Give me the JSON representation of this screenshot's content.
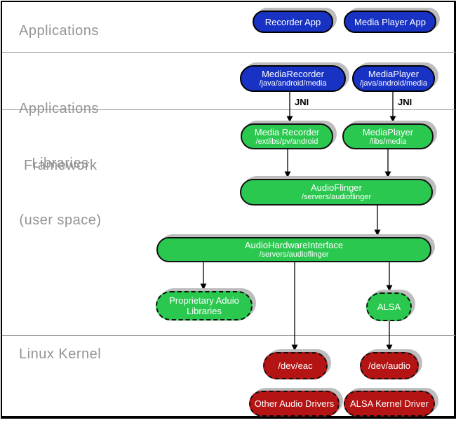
{
  "section_labels": {
    "applications": "Applications",
    "framework_line1": "Applications",
    "framework_line2": "Framework",
    "libraries_line1": "Libraries",
    "libraries_line2": "(user space)",
    "kernel": "Linux Kernel"
  },
  "jni": {
    "left": "JNI",
    "right": "JNI"
  },
  "nodes": {
    "recorder_app": {
      "title": "Recorder App"
    },
    "media_player_app": {
      "title": "Media Player App"
    },
    "media_recorder_framework": {
      "title": "MediaRecorder",
      "subtitle": "/java/android/media"
    },
    "media_player_framework": {
      "title": "MediaPlayer",
      "subtitle": "/java/android/media"
    },
    "media_recorder_library": {
      "title": "Media Recorder",
      "subtitle": "/extlibs/pv/android"
    },
    "media_player_library": {
      "title": "MediaPlayer",
      "subtitle": "/libs/media"
    },
    "audio_flinger": {
      "title": "AudioFlinger",
      "subtitle": "/servers/audioflinger"
    },
    "audio_hardware_interface": {
      "title": "AudioHardwareInterface",
      "subtitle": "/servers/audioflinger"
    },
    "proprietary_audio_libraries": {
      "title": "Proprietary Aduio",
      "title_line2": "Libraries"
    },
    "alsa": {
      "title": "ALSA"
    },
    "dev_eac": {
      "title": "/dev/eac"
    },
    "dev_audio": {
      "title": "/dev/audio"
    },
    "other_audio_drivers": {
      "title": "Other Audio Drivers"
    },
    "alsa_kernel_driver": {
      "title": "ALSA Kernel Driver"
    }
  },
  "edges": [
    {
      "from": "media_recorder_framework",
      "to": "media_recorder_library",
      "label": "JNI"
    },
    {
      "from": "media_player_framework",
      "to": "media_player_library",
      "label": "JNI"
    },
    {
      "from": "media_recorder_library",
      "to": "audio_flinger",
      "label": ""
    },
    {
      "from": "media_player_library",
      "to": "audio_flinger",
      "label": ""
    },
    {
      "from": "audio_flinger",
      "to": "audio_hardware_interface",
      "label": ""
    },
    {
      "from": "audio_hardware_interface",
      "to": "proprietary_audio_libraries",
      "label": ""
    },
    {
      "from": "audio_hardware_interface",
      "to": "dev_eac",
      "label": ""
    },
    {
      "from": "audio_hardware_interface",
      "to": "alsa",
      "label": ""
    },
    {
      "from": "alsa",
      "to": "dev_audio",
      "label": ""
    }
  ],
  "colors": {
    "app_blue": "#1833c4",
    "library_green": "#2bc850",
    "kernel_red": "#b51414",
    "label_gray": "#949494",
    "shadow_gray": "#bdbdbd",
    "divider_gray": "#9a9a9a"
  }
}
